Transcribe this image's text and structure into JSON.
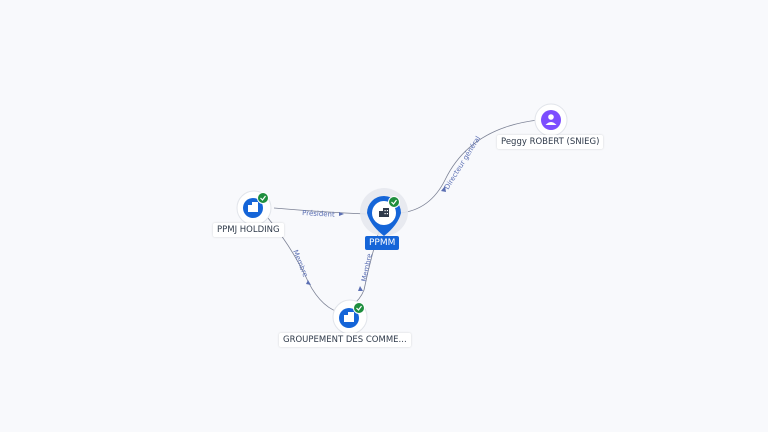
{
  "colors": {
    "background": "#f8f9fc",
    "company": "#1565d8",
    "person": "#7c4dff",
    "verified": "#1e8e3e",
    "edge": "#7b8194"
  },
  "nodes": {
    "ppmm": {
      "label": "PPMM",
      "type": "company",
      "icon": "building-icon",
      "verified": true,
      "selected": true
    },
    "ppmj": {
      "label": "PPMJ HOLDING",
      "type": "company",
      "icon": "building-icon",
      "verified": true
    },
    "groupement": {
      "label": "GROUPEMENT DES COMME...",
      "type": "company",
      "icon": "building-icon",
      "verified": true
    },
    "peggy": {
      "label": "Peggy ROBERT (SNIEG)",
      "type": "person",
      "icon": "person-icon"
    }
  },
  "edges": {
    "president": {
      "label": "Président",
      "from": "PPMJ HOLDING",
      "to": "PPMM"
    },
    "directeur": {
      "label": "Directeur général",
      "from": "Peggy ROBERT (SNIEG)",
      "to": "PPMM"
    },
    "membre_ppmj": {
      "label": "Membre",
      "from": "PPMJ HOLDING",
      "to": "GROUPEMENT DES COMME..."
    },
    "membre_ppmm": {
      "label": "Membre",
      "from": "PPMM",
      "to": "GROUPEMENT DES COMME..."
    }
  }
}
